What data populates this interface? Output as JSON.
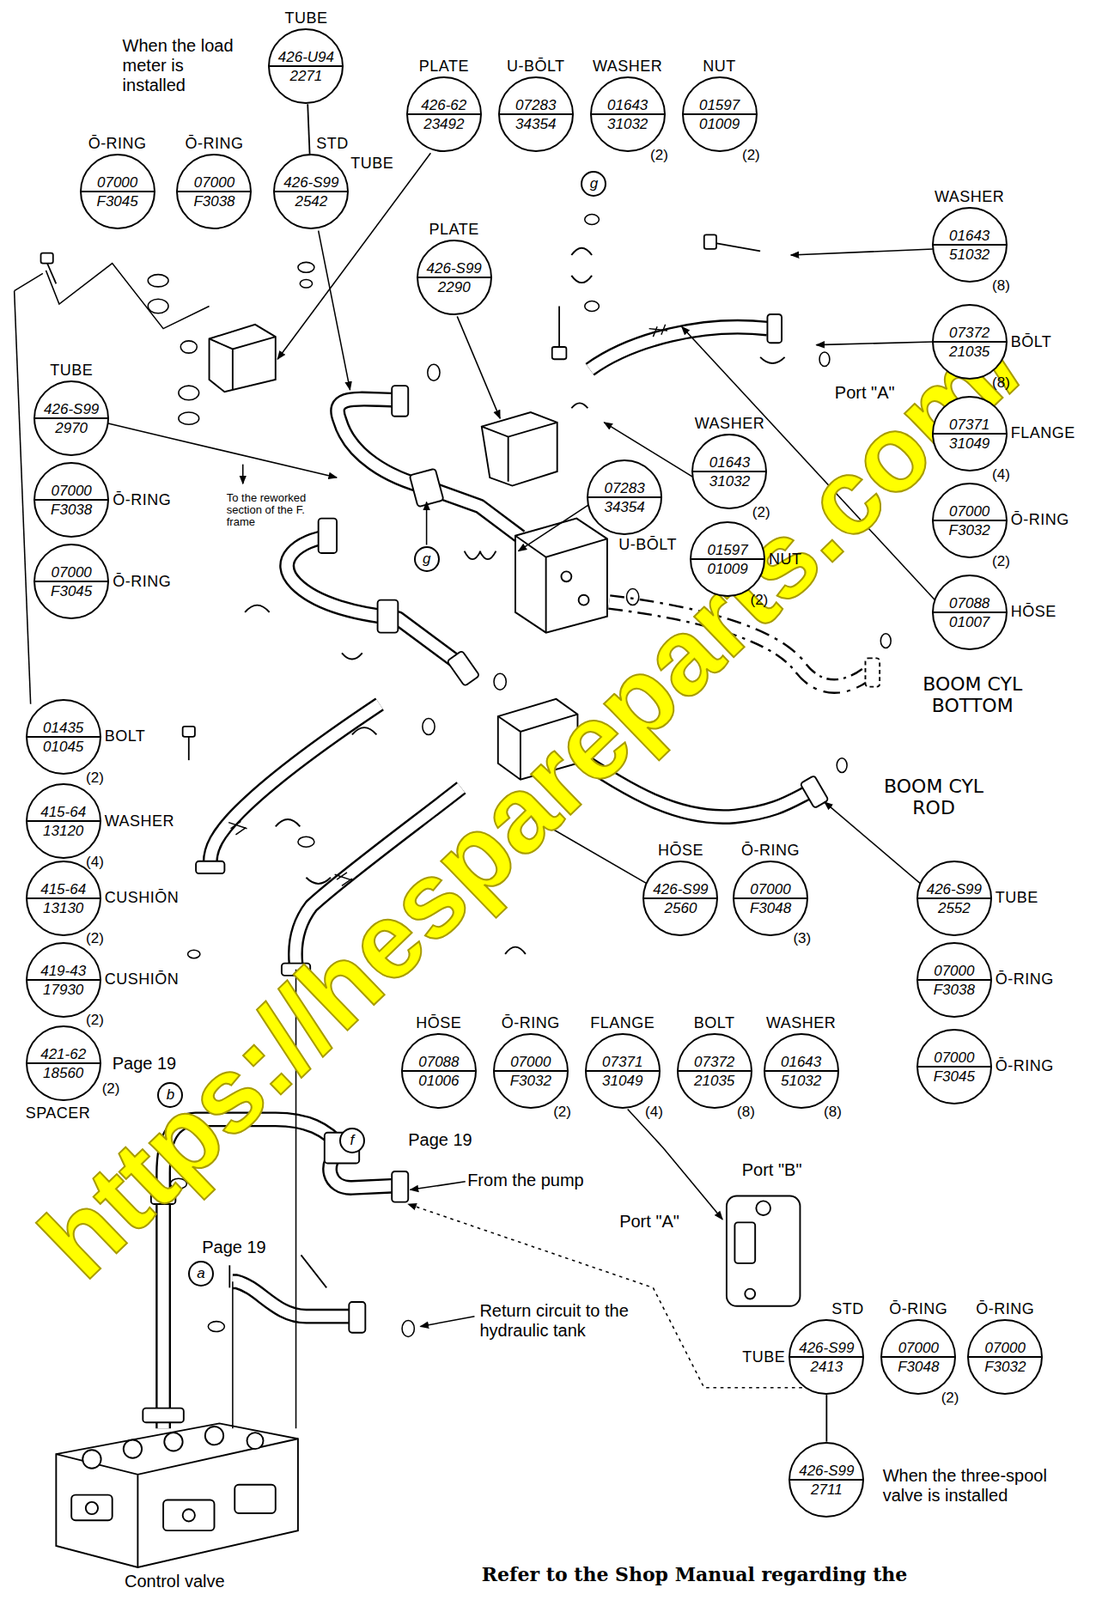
{
  "diagram": {
    "nodes": [
      {
        "text": [
          "TUBE",
          "426-U94",
          "2271"
        ]
      },
      {
        "text": [
          "Ō-RING",
          "07000",
          "F3045"
        ]
      },
      {
        "text": [
          "Ō-RING",
          "07000",
          "F3038"
        ]
      },
      {
        "text": [
          "STD",
          "TUBE",
          "426-S99",
          "2542"
        ]
      },
      {
        "text": [
          "PLATE",
          "426-62",
          "23492"
        ]
      },
      {
        "text": [
          "U-BŌLT",
          "07283",
          "34354"
        ]
      },
      {
        "text": [
          "WASHER",
          "01643",
          "31032",
          "(2)"
        ]
      },
      {
        "text": [
          "NUT",
          "01597",
          "01009",
          "(2)"
        ]
      },
      {
        "text": [
          "g"
        ]
      },
      {
        "text": [
          "WASHER",
          "01643",
          "51032",
          "(8)"
        ]
      },
      {
        "text": [
          "PLATE",
          "426-S99",
          "2290"
        ]
      },
      {
        "text": [
          "BŌLT",
          "07372",
          "21035",
          "(8)"
        ]
      },
      {
        "text": [
          "TUBE",
          "426-S99",
          "2970"
        ]
      },
      {
        "text": [
          "FLANGE",
          "07371",
          "31049",
          "(4)"
        ]
      },
      {
        "text": [
          "WASHER",
          "01643",
          "31032",
          "(2)"
        ]
      },
      {
        "text": [
          "U-BŌLT",
          "07283",
          "34354"
        ]
      },
      {
        "text": [
          "Ō-RING",
          "07000",
          "F3038"
        ]
      },
      {
        "text": [
          "Ō-RING",
          "07000",
          "F3032",
          "(2)"
        ]
      },
      {
        "text": [
          "NUT",
          "01597",
          "01009",
          "(2)"
        ]
      },
      {
        "text": [
          "g"
        ]
      },
      {
        "text": [
          "Ō-RING",
          "07000",
          "F3045"
        ]
      },
      {
        "text": [
          "HŌSE",
          "07088",
          "01007"
        ]
      },
      {
        "text": [
          "BOLT",
          "01435",
          "01045",
          "(2)"
        ]
      },
      {
        "text": [
          "WASHER",
          "415-64",
          "13120",
          "(4)"
        ]
      },
      {
        "text": [
          "CUSHIŌN",
          "415-64",
          "13130",
          "(2)"
        ]
      },
      {
        "text": [
          "HŌSE",
          "426-S99",
          "2560"
        ]
      },
      {
        "text": [
          "Ō-RING",
          "07000",
          "F3048",
          "(3)"
        ]
      },
      {
        "text": [
          "TUBE",
          "426-S99",
          "2552"
        ]
      },
      {
        "text": [
          "CUSHIŌN",
          "419-43",
          "17930",
          "(2)"
        ]
      },
      {
        "text": [
          "Ō-RING",
          "07000",
          "F3038"
        ]
      },
      {
        "text": [
          "421-62",
          "18560",
          "(2)",
          "SPACER"
        ]
      },
      {
        "text": [
          "Ō-RING",
          "07000",
          "F3045"
        ]
      },
      {
        "text": [
          "HŌSE",
          "07088",
          "01006"
        ]
      },
      {
        "text": [
          "Ō-RING",
          "07000",
          "F3032",
          "(2)"
        ]
      },
      {
        "text": [
          "FLANGE",
          "07371",
          "31049",
          "(4)"
        ]
      },
      {
        "text": [
          "BOLT",
          "07372",
          "21035",
          "(8)"
        ]
      },
      {
        "text": [
          "WASHER",
          "01643",
          "51032",
          "(8)"
        ]
      },
      {
        "text": [
          "b"
        ]
      },
      {
        "text": [
          "f"
        ]
      },
      {
        "text": [
          "a"
        ]
      },
      {
        "text": [
          "STD",
          "TUBE",
          "426-S99",
          "2413"
        ]
      },
      {
        "text": [
          "Ō-RING",
          "07000",
          "F3048",
          "(2)"
        ]
      },
      {
        "text": [
          "Ō-RING",
          "07000",
          "F3032"
        ]
      },
      {
        "text": [
          "426-S99",
          "2711"
        ]
      }
    ],
    "edges": [
      {
        "from": 0,
        "to": 3,
        "arrow": "none"
      },
      {
        "from": 40,
        "to": 43,
        "arrow": "none"
      }
    ],
    "labels": [
      "When the load meter is installed",
      "To the reworked section of the F. frame",
      "Port \"A\"",
      "BOOM CYL BOTTOM",
      "BOOM CYL ROD",
      "Page 19",
      "Page 19",
      "From the pump",
      "Port \"B\"",
      "Port \"A\"",
      "Page 19",
      "Return circuit to the hydraulic tank",
      "When the three-spool valve is installed",
      "Control valve",
      "Refer to the Shop Manual regarding the",
      "https://hespareparts.com/"
    ]
  }
}
